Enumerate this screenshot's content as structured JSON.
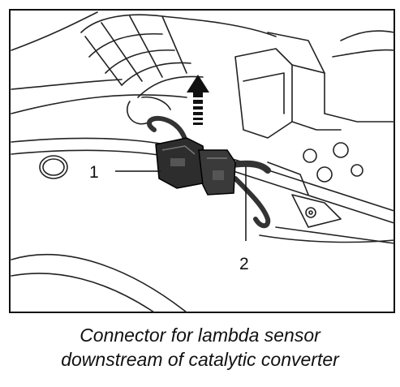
{
  "callouts": [
    {
      "label": "1"
    },
    {
      "label": "2"
    }
  ],
  "caption": {
    "line1": "Connector for lambda sensor",
    "line2": "downstream of catalytic converter"
  }
}
